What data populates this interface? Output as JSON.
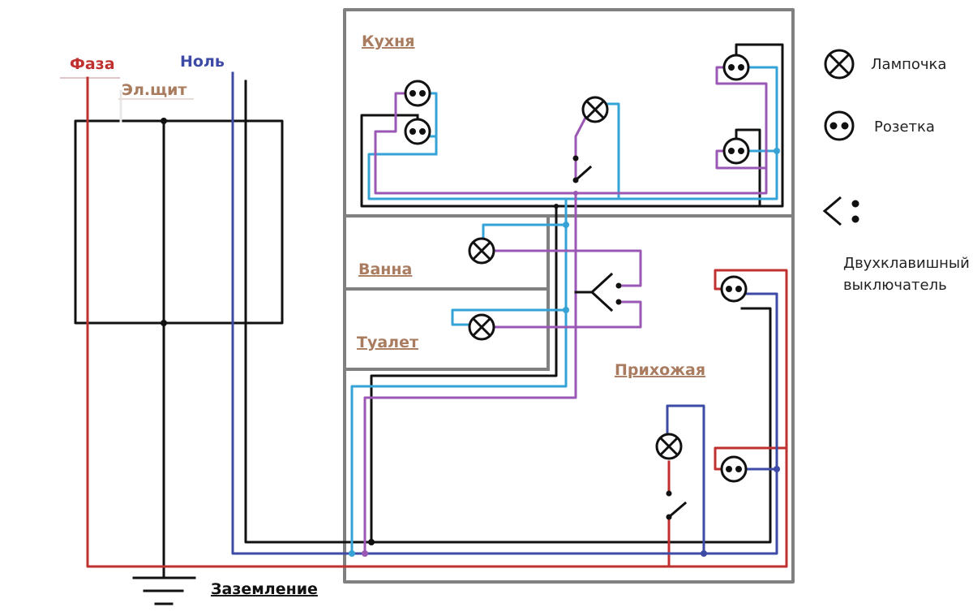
{
  "labels": {
    "phase": "Фаза",
    "neutral": "Ноль",
    "panel": "Эл.щит",
    "kitchen": "Кухня",
    "bath": "Ванна",
    "toilet": "Туалет",
    "hallway": "Прихожая",
    "ground": "Заземление"
  },
  "legend": {
    "lamp": "Лампочка",
    "socket": "Розетка",
    "switch_line1": "Двухклавишный",
    "switch_line2": "выключатель"
  },
  "colors": {
    "phase": "#c0302f",
    "neutral": "#3d4aa6",
    "ground": "#111111",
    "light_blue": "#36a3d6",
    "purple": "#9a58b4",
    "walls": "#808080",
    "room_label": "#a97b5f"
  }
}
